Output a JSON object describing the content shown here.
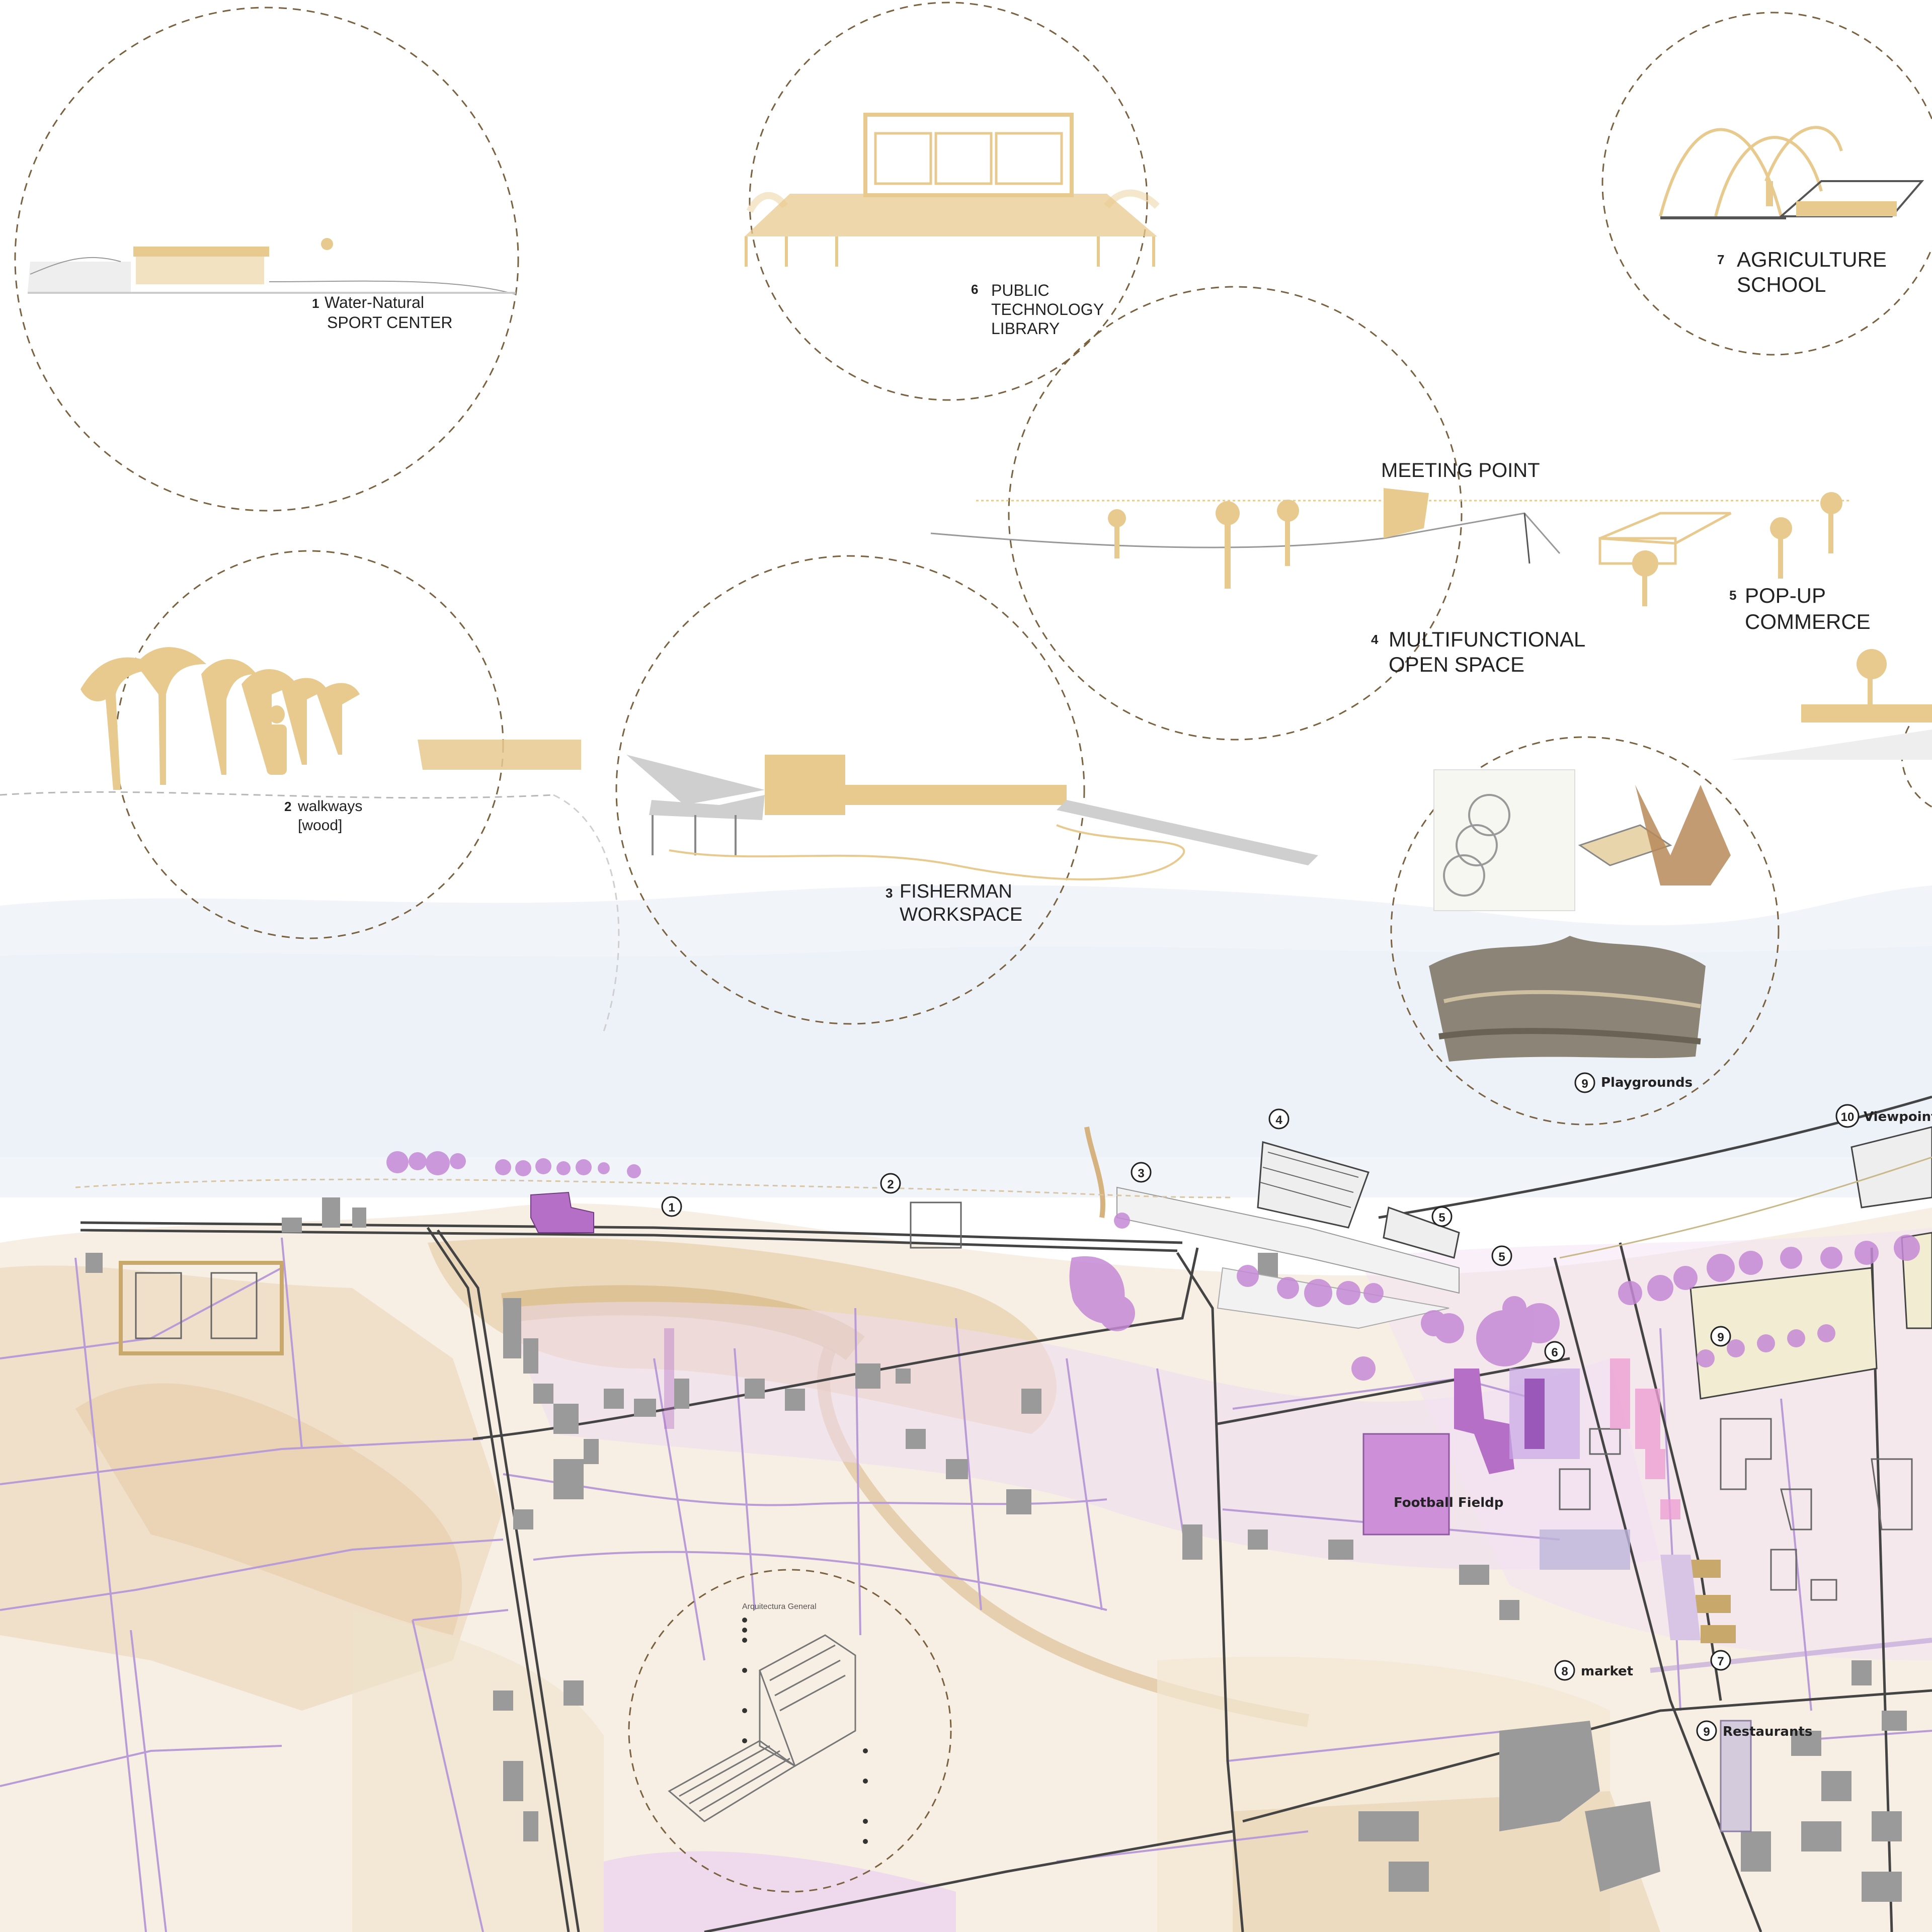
{
  "vignettes": [
    {
      "id": "v1",
      "num": "1",
      "lines": [
        "Water-Natural",
        "SPORT CENTER"
      ]
    },
    {
      "id": "v2",
      "num": "2",
      "lines": [
        "walkways",
        "[wood]"
      ]
    },
    {
      "id": "v3",
      "num": "3",
      "lines": [
        "FISHERMAN",
        "WORKSPACE"
      ]
    },
    {
      "id": "v4",
      "num": "4",
      "lines": [
        "MULTIFUNCTIONAL",
        "OPEN SPACE"
      ]
    },
    {
      "id": "v5",
      "num": "5",
      "lines": [
        "POP-UP",
        "COMMERCE"
      ]
    },
    {
      "id": "v6",
      "num": "6",
      "lines": [
        "PUBLIC",
        "TECHNOLOGY",
        "LIBRARY"
      ]
    },
    {
      "id": "v7",
      "num": "7",
      "lines": [
        "AGRICULTURE",
        "SCHOOL"
      ]
    }
  ],
  "meeting_point": "MEETING POINT",
  "markers": {
    "m1": "1",
    "m2": "2",
    "m3": "3",
    "m4": "4",
    "m5a": "5",
    "m5b": "5",
    "m6": "6",
    "m7": "7",
    "m8": "8",
    "m9a": "9",
    "m9b": "9",
    "m9c": "9",
    "m10": "10"
  },
  "map_labels": {
    "playgrounds": "Playgrounds",
    "viewpoint": "Viewpoint",
    "market": "market",
    "restaurants": "Restaurants",
    "football": "Football Fieldp"
  },
  "detail_title": "Arquitectura General",
  "colors": {
    "sand": "#e8c98e",
    "sand_dark": "#c9a86c",
    "purple": "#b56fc6",
    "light_purple": "#e6c8ee",
    "road_line": "#b99bd8",
    "building": "#9a9a9a",
    "circle_stroke": "#7a6240",
    "water": "#eef3f9"
  }
}
